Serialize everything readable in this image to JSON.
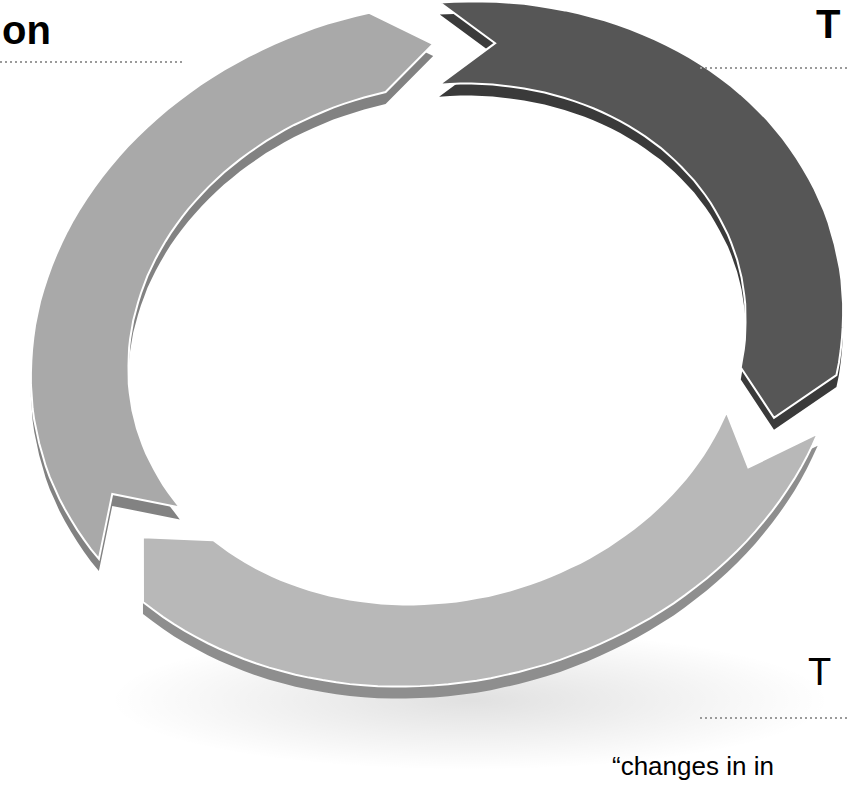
{
  "diagram": {
    "labels": [
      "on",
      "T",
      "T",
      "“changes in in"
    ]
  }
}
